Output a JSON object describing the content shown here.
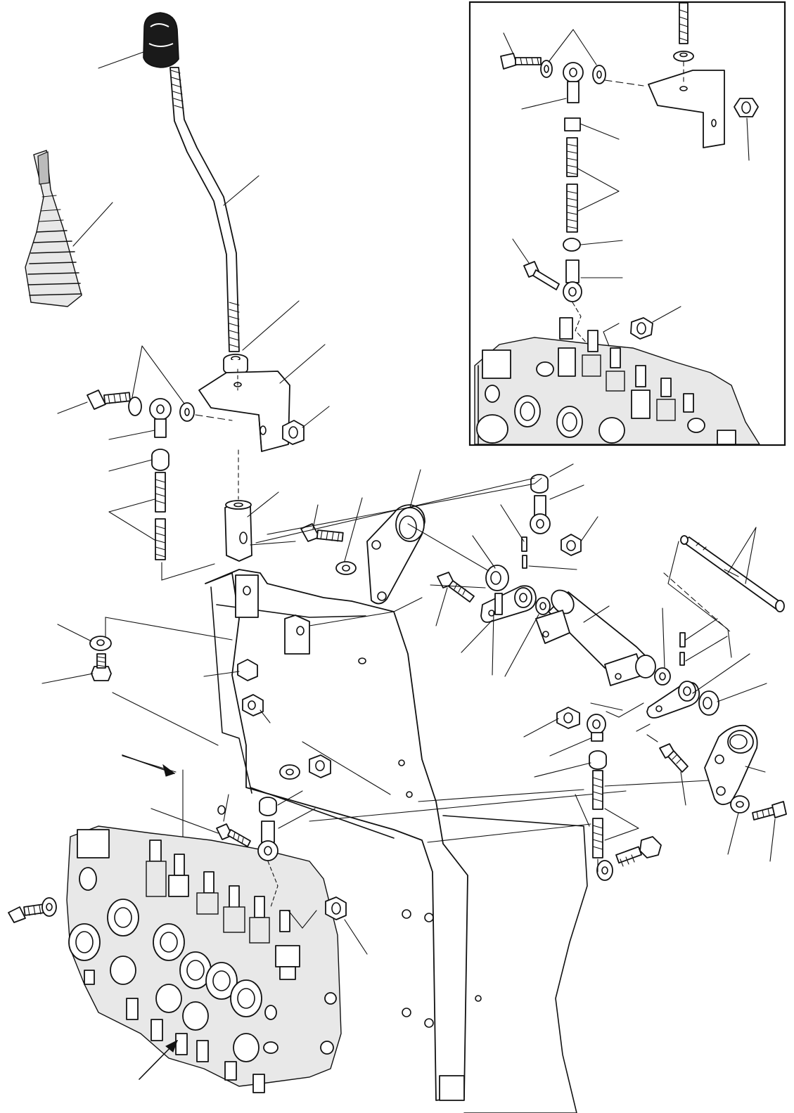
{
  "diagram": {
    "type": "exploded-parts-illustration",
    "callout_numbers_visible": false,
    "colors": {
      "ink": "#111111",
      "paper": "#ffffff"
    },
    "assemblies": [
      "control-lever-with-knob",
      "rubber-boot",
      "lever-bracket",
      "ball-joint-linkage",
      "link-rods",
      "support-plate",
      "control-valve-block",
      "pivot-tube",
      "pivot-shaft",
      "inset-detail"
    ]
  }
}
